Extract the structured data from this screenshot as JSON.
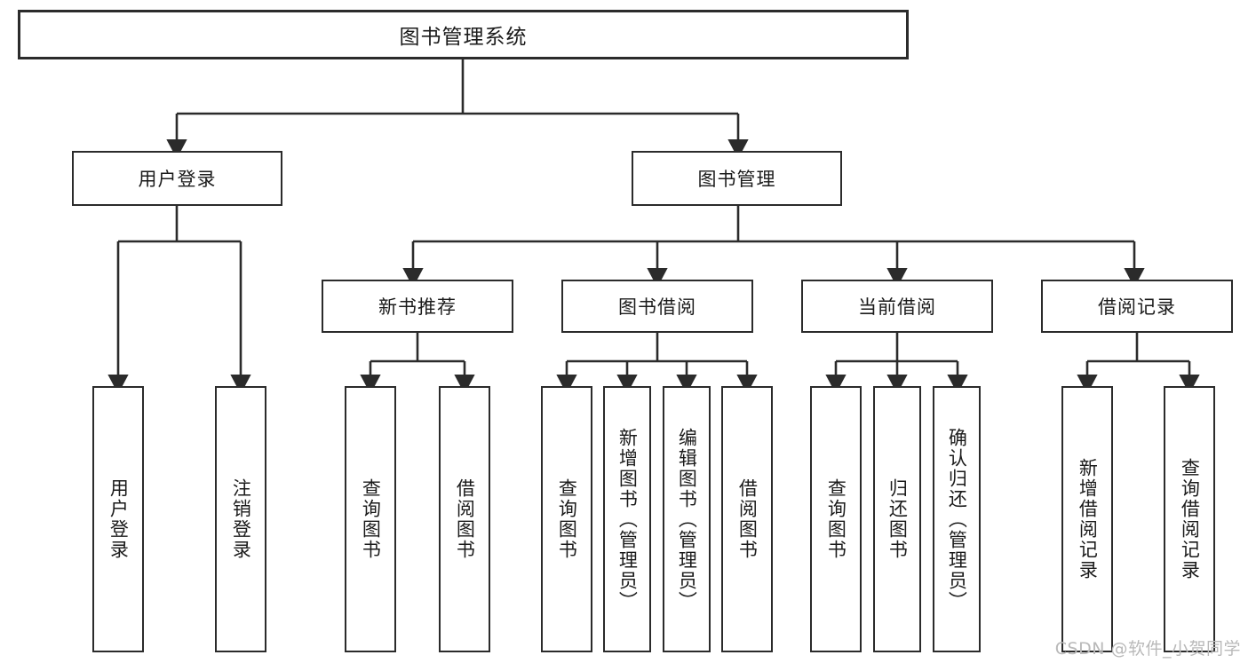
{
  "diagram": {
    "title": "图书管理系统",
    "type": "tree-hierarchy-chart",
    "background_color": "#ffffff",
    "line_color": "#2b2b2b",
    "text_color": "#1b1b1b"
  },
  "root": {
    "label": "图书管理系统"
  },
  "level2": [
    {
      "id": "user-login",
      "label": "用户登录"
    },
    {
      "id": "book-management",
      "label": "图书管理"
    }
  ],
  "level3": [
    {
      "id": "new-book-recommend",
      "label": "新书推荐"
    },
    {
      "id": "book-borrow",
      "label": "图书借阅"
    },
    {
      "id": "current-borrow",
      "label": "当前借阅"
    },
    {
      "id": "borrow-record",
      "label": "借阅记录"
    }
  ],
  "leaves": [
    {
      "id": "leaf-user-login",
      "label": "用户登录",
      "parent": "user-login"
    },
    {
      "id": "leaf-logout-login",
      "label": "注销登录",
      "parent": "user-login"
    },
    {
      "id": "leaf-query-book-1",
      "label": "查询图书",
      "parent": "new-book-recommend"
    },
    {
      "id": "leaf-borrow-book-1",
      "label": "借阅图书",
      "parent": "new-book-recommend"
    },
    {
      "id": "leaf-query-book-2",
      "label": "查询图书",
      "parent": "book-borrow"
    },
    {
      "id": "leaf-add-book-admin",
      "label": "新增图书（管理员）",
      "parent": "book-borrow"
    },
    {
      "id": "leaf-edit-book-admin",
      "label": "编辑图书（管理员）",
      "parent": "book-borrow"
    },
    {
      "id": "leaf-borrow-book-2",
      "label": "借阅图书",
      "parent": "book-borrow"
    },
    {
      "id": "leaf-query-book-3",
      "label": "查询图书",
      "parent": "current-borrow"
    },
    {
      "id": "leaf-return-book",
      "label": "归还图书",
      "parent": "current-borrow"
    },
    {
      "id": "leaf-confirm-return-admin",
      "label": "确认归还（管理员）",
      "parent": "current-borrow"
    },
    {
      "id": "leaf-add-borrow-record",
      "label": "新增借阅记录",
      "parent": "borrow-record"
    },
    {
      "id": "leaf-query-borrow-record",
      "label": "查询借阅记录",
      "parent": "borrow-record"
    }
  ],
  "watermark": {
    "text": "CSDN @软件_小贺同学"
  }
}
